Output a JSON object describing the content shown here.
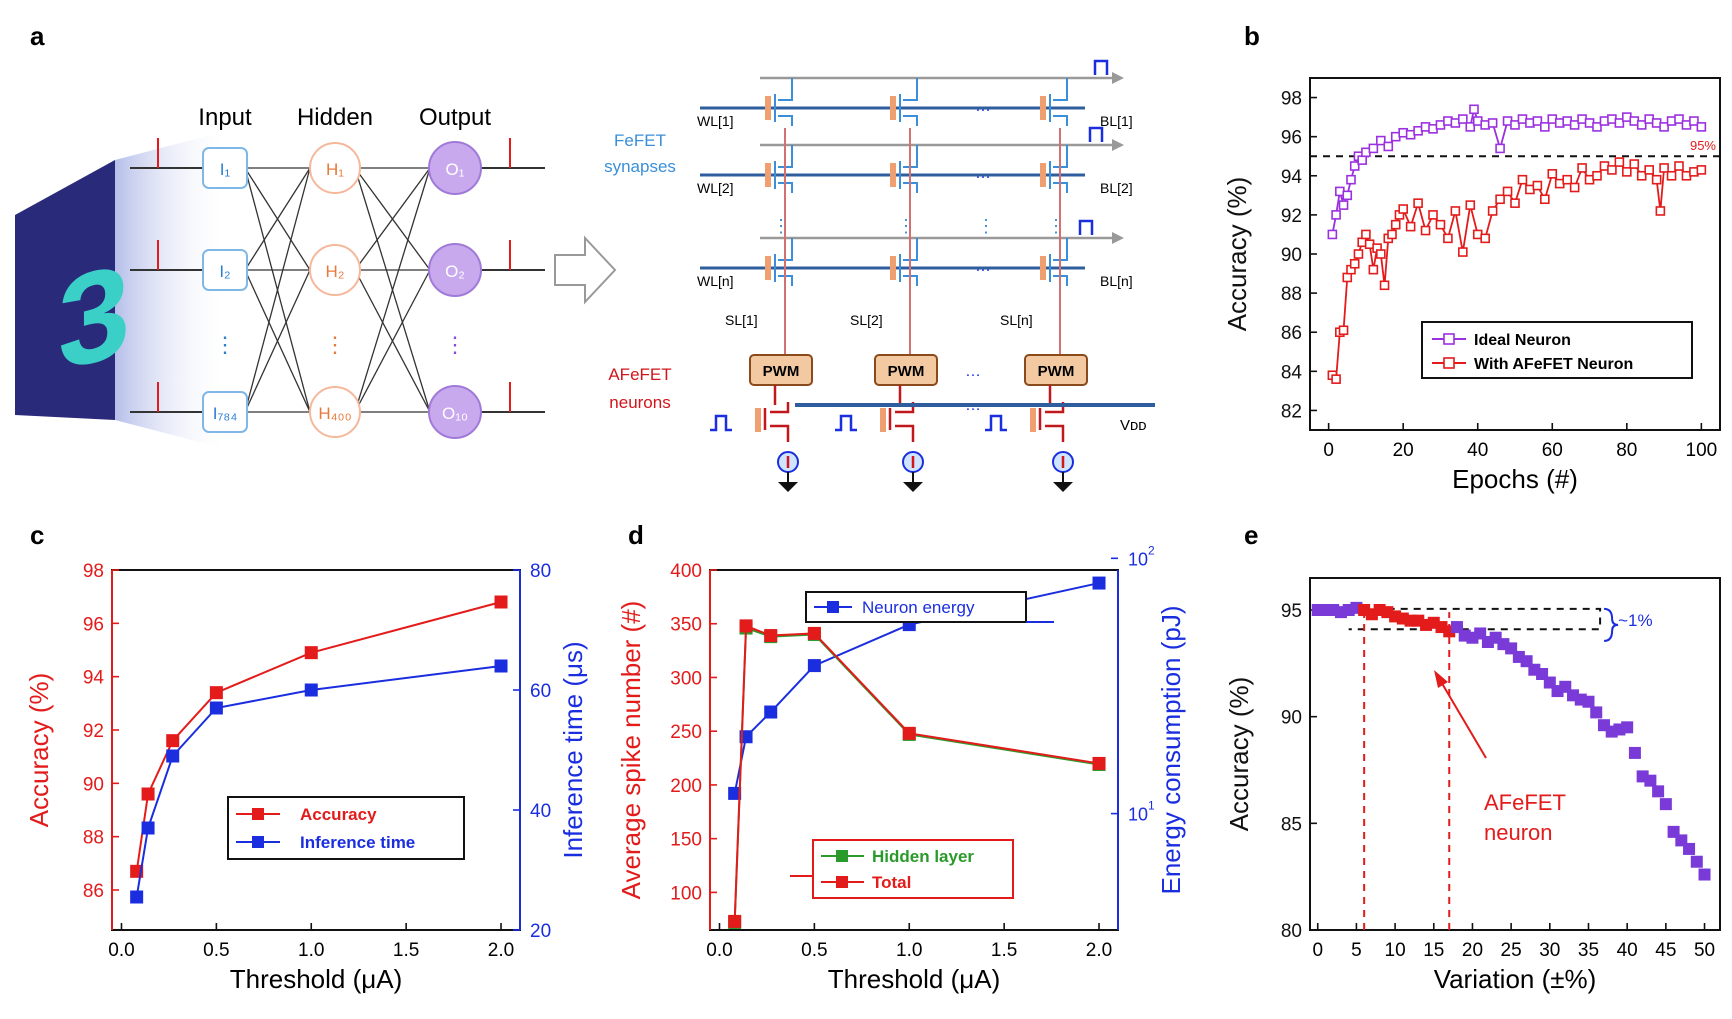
{
  "panel_labels": [
    "a",
    "b",
    "c",
    "d",
    "e"
  ],
  "panel_a": {
    "layers": [
      "Input",
      "Hidden",
      "Output"
    ],
    "input_nodes": [
      "I₁",
      "I₂",
      "I₇₈₄"
    ],
    "hidden_nodes": [
      "H₁",
      "H₂",
      "H₄₀₀"
    ],
    "output_nodes": [
      "O₁",
      "O₂",
      "O₁₀"
    ],
    "ellipsis": "⋮",
    "digit": "3",
    "synapse_label_1": "FeFET",
    "synapse_label_2": "synapses",
    "neuron_label_1": "AFeFET",
    "neuron_label_2": "neurons",
    "wl_labels": [
      "WL[1]",
      "WL[2]",
      "WL[n]"
    ],
    "bl_labels": [
      "BL[1]",
      "BL[2]",
      "BL[n]"
    ],
    "sl_labels": [
      "SL[1]",
      "SL[2]",
      "SL[n]"
    ],
    "pwm": "PWM",
    "dots": "…",
    "vdd": "Vᴅᴅ",
    "colors": {
      "synapse": "#3a8fd8",
      "neuron": "#d2151b",
      "pwm_fill": "#f2c9a0",
      "pwm_stroke": "#8b4a1c"
    }
  },
  "chart_data": [
    {
      "panel": "b",
      "type": "line",
      "xlabel": "Epochs (#)",
      "ylabel": "Accuracy (%)",
      "xlim": [
        -5,
        105
      ],
      "ylim": [
        81,
        99
      ],
      "xticks": [
        0,
        20,
        40,
        60,
        80,
        100
      ],
      "yticks": [
        82,
        84,
        86,
        88,
        90,
        92,
        94,
        96,
        98
      ],
      "reference_line": {
        "y": 95,
        "label": "95%"
      },
      "legend_position": "bottom-right",
      "series": [
        {
          "name": "Ideal Neuron",
          "color": "#9b30e0",
          "marker": "square-open",
          "x": [
            1,
            2,
            3,
            4,
            5,
            6,
            7,
            8,
            9,
            10,
            12,
            14,
            16,
            18,
            20,
            22,
            24,
            26,
            28,
            30,
            32,
            34,
            36,
            38,
            39,
            40,
            42,
            44,
            46,
            48,
            50,
            52,
            54,
            56,
            58,
            60,
            62,
            64,
            66,
            68,
            70,
            72,
            74,
            76,
            78,
            80,
            82,
            84,
            86,
            88,
            90,
            92,
            94,
            96,
            98,
            100
          ],
          "y": [
            91.0,
            92.0,
            93.2,
            92.5,
            93.0,
            93.8,
            94.5,
            95.0,
            94.8,
            95.2,
            95.4,
            95.8,
            95.5,
            96.0,
            96.2,
            96.1,
            96.3,
            96.5,
            96.4,
            96.6,
            96.8,
            96.7,
            96.9,
            96.5,
            97.4,
            96.8,
            96.6,
            96.7,
            95.4,
            96.8,
            96.6,
            96.9,
            96.7,
            96.8,
            96.5,
            96.9,
            96.7,
            96.8,
            96.6,
            96.9,
            96.7,
            96.5,
            96.8,
            96.9,
            96.7,
            97.0,
            96.8,
            96.6,
            96.9,
            96.7,
            96.5,
            96.8,
            96.9,
            96.6,
            96.8,
            96.5
          ]
        },
        {
          "name": "With AFeFET Neuron",
          "color": "#e31b1b",
          "marker": "square-open",
          "x": [
            1,
            2,
            3,
            4,
            5,
            6,
            7,
            8,
            9,
            10,
            11,
            12,
            13,
            14,
            15,
            16,
            17,
            18,
            19,
            20,
            22,
            24,
            26,
            28,
            30,
            32,
            34,
            36,
            38,
            40,
            42,
            44,
            46,
            48,
            50,
            52,
            54,
            56,
            58,
            60,
            62,
            64,
            66,
            68,
            70,
            72,
            74,
            76,
            78,
            80,
            82,
            84,
            86,
            88,
            89,
            90,
            92,
            94,
            96,
            98,
            100
          ],
          "y": [
            83.8,
            83.6,
            86.0,
            86.1,
            88.8,
            89.2,
            89.5,
            90.0,
            90.6,
            91.0,
            90.5,
            89.2,
            90.3,
            90.0,
            88.4,
            90.8,
            91.0,
            91.5,
            92.0,
            92.3,
            91.4,
            92.6,
            91.2,
            92.0,
            91.5,
            90.8,
            92.2,
            90.1,
            92.5,
            91.0,
            90.8,
            92.2,
            92.8,
            93.2,
            92.6,
            93.8,
            93.3,
            93.5,
            92.8,
            94.1,
            93.6,
            93.8,
            93.4,
            94.4,
            93.8,
            94.0,
            94.5,
            94.3,
            94.7,
            94.2,
            94.6,
            94.0,
            94.3,
            93.8,
            92.2,
            94.4,
            94.0,
            94.5,
            94.0,
            94.2,
            94.3
          ]
        }
      ]
    },
    {
      "panel": "c",
      "type": "line",
      "xlabel": "Threshold (μA)",
      "ylabel": "Accuracy (%)",
      "ylabel_right": "Inference time (μs)",
      "xlim": [
        -0.05,
        2.1
      ],
      "ylim": [
        84.5,
        98
      ],
      "ylim_right": [
        20,
        80
      ],
      "xticks": [
        0.0,
        0.5,
        1.0,
        1.5,
        2.0
      ],
      "yticks": [
        86,
        88,
        90,
        92,
        94,
        96,
        98
      ],
      "yticks_right": [
        20,
        40,
        60,
        80
      ],
      "legend_position": "center-right",
      "series": [
        {
          "name": "Accuracy",
          "color": "#e31b1b",
          "axis": "left",
          "x": [
            0.08,
            0.14,
            0.27,
            0.5,
            1.0,
            2.0
          ],
          "y": [
            86.7,
            89.6,
            91.6,
            93.4,
            94.9,
            96.8
          ]
        },
        {
          "name": "Inference time",
          "color": "#1a2ee0",
          "axis": "right",
          "x": [
            0.08,
            0.14,
            0.27,
            0.5,
            1.0,
            2.0
          ],
          "y": [
            25.5,
            37.0,
            49.0,
            57.0,
            60.0,
            64.0
          ]
        }
      ]
    },
    {
      "panel": "d",
      "type": "line",
      "xlabel": "Threshold (μA)",
      "ylabel": "Average spike number (#)",
      "ylabel_right": "Energy consumption (pJ)",
      "xlim": [
        -0.05,
        2.1
      ],
      "ylim": [
        65,
        400
      ],
      "ylim_right_log": [
        3.5,
        90
      ],
      "xticks": [
        0.0,
        0.5,
        1.0,
        1.5,
        2.0
      ],
      "yticks": [
        100,
        150,
        200,
        250,
        300,
        350,
        400
      ],
      "yticks_right_log": [
        10,
        100
      ],
      "legend_positions": [
        "top-center",
        "bottom-center"
      ],
      "series": [
        {
          "name": "Neuron energy",
          "color": "#1a2ee0",
          "axis": "right",
          "x": [
            0.08,
            0.14,
            0.27,
            0.5,
            1.0,
            2.0
          ],
          "y": [
            12.0,
            20.0,
            25.0,
            38.0,
            55.0,
            80.0
          ]
        },
        {
          "name": "Hidden layer",
          "color": "#2a9a2a",
          "axis": "left",
          "x": [
            0.08,
            0.14,
            0.27,
            0.5,
            1.0,
            2.0
          ],
          "y": [
            72,
            346,
            338,
            340,
            247,
            219
          ]
        },
        {
          "name": "Total",
          "color": "#e31b1b",
          "axis": "left",
          "x": [
            0.08,
            0.14,
            0.27,
            0.5,
            1.0,
            2.0
          ],
          "y": [
            73,
            348,
            339,
            341,
            248,
            220
          ]
        }
      ]
    },
    {
      "panel": "e",
      "type": "scatter",
      "xlabel": "Variation (±%)",
      "ylabel": "Accuracy (%)",
      "xlim": [
        -1,
        52
      ],
      "ylim": [
        80,
        96.5
      ],
      "xticks": [
        0,
        5,
        10,
        15,
        20,
        25,
        30,
        35,
        40,
        45,
        50
      ],
      "yticks": [
        80,
        85,
        90,
        95
      ],
      "annotation": "AFeFET neuron",
      "bracket_label": "~1%",
      "highlight_range": [
        6,
        17
      ],
      "series": [
        {
          "name": "Variation",
          "color": "#7a3ad8",
          "marker": "square-filled",
          "x": [
            0,
            1,
            2,
            3,
            4,
            5,
            6,
            7,
            8,
            9,
            10,
            11,
            12,
            13,
            14,
            15,
            16,
            17,
            18,
            19,
            20,
            21,
            22,
            23,
            24,
            25,
            26,
            27,
            28,
            29,
            30,
            31,
            32,
            33,
            34,
            35,
            36,
            37,
            38,
            39,
            40,
            41,
            42,
            43,
            44,
            45,
            46,
            47,
            48,
            49,
            50
          ],
          "y": [
            95.0,
            95.0,
            95.0,
            94.9,
            95.0,
            95.1,
            95.0,
            94.8,
            95.0,
            94.9,
            94.7,
            94.6,
            94.5,
            94.5,
            94.3,
            94.4,
            94.2,
            94.0,
            94.2,
            93.8,
            93.7,
            93.9,
            93.5,
            93.7,
            93.4,
            93.2,
            92.8,
            92.6,
            92.2,
            92.0,
            91.6,
            91.2,
            91.4,
            91.0,
            90.8,
            90.7,
            90.2,
            89.6,
            89.3,
            89.4,
            89.5,
            88.3,
            87.2,
            87.0,
            86.5,
            85.9,
            84.6,
            84.2,
            83.8,
            83.2,
            82.6
          ],
          "highlight_color": "#e31b1b"
        }
      ]
    }
  ]
}
